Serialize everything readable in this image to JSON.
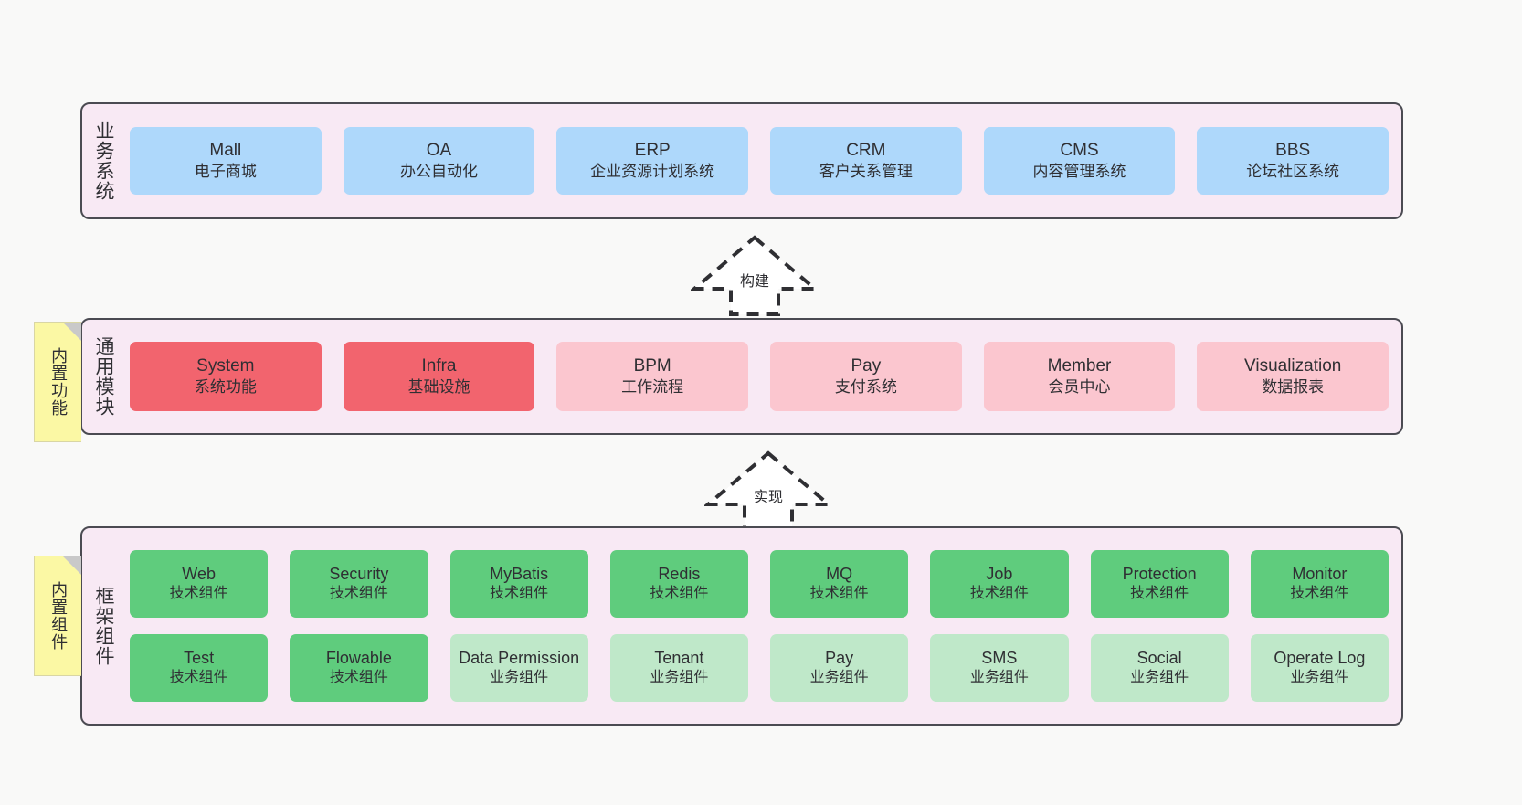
{
  "diagram": {
    "background_color": "#f9f9f8",
    "panel_fill": "#f8e9f4",
    "panel_border": "#4b4b52",
    "note_fill": "#fbf8a4"
  },
  "notes": [
    {
      "name": "builtin-function",
      "text": "内置功能"
    },
    {
      "name": "builtin-component",
      "text": "内置组件"
    }
  ],
  "arrows": [
    {
      "name": "build",
      "label": "构建",
      "style": "dashed-hollow-up"
    },
    {
      "name": "realize",
      "label": "实现",
      "style": "dashed-hollow-up"
    }
  ],
  "layers": {
    "business": {
      "label": "业务系统",
      "color": "#aed8fb",
      "cards": [
        {
          "title": "Mall",
          "subtitle": "电子商城",
          "color": "#aed8fb"
        },
        {
          "title": "OA",
          "subtitle": "办公自动化",
          "color": "#aed8fb"
        },
        {
          "title": "ERP",
          "subtitle": "企业资源计划系统",
          "color": "#aed8fb"
        },
        {
          "title": "CRM",
          "subtitle": "客户关系管理",
          "color": "#aed8fb"
        },
        {
          "title": "CMS",
          "subtitle": "内容管理系统",
          "color": "#aed8fb"
        },
        {
          "title": "BBS",
          "subtitle": "论坛社区系统",
          "color": "#aed8fb"
        }
      ]
    },
    "common": {
      "label": "通用模块",
      "cards": [
        {
          "title": "System",
          "subtitle": "系统功能",
          "color": "#f2646e"
        },
        {
          "title": "Infra",
          "subtitle": "基础设施",
          "color": "#f2646e"
        },
        {
          "title": "BPM",
          "subtitle": "工作流程",
          "color": "#fbc6cf"
        },
        {
          "title": "Pay",
          "subtitle": "支付系统",
          "color": "#fbc6cf"
        },
        {
          "title": "Member",
          "subtitle": "会员中心",
          "color": "#fbc6cf"
        },
        {
          "title": "Visualization",
          "subtitle": "数据报表",
          "color": "#fbc6cf"
        }
      ]
    },
    "framework": {
      "label": "框架组件",
      "row1": [
        {
          "title": "Web",
          "subtitle": "技术组件",
          "color": "#5fcc7d"
        },
        {
          "title": "Security",
          "subtitle": "技术组件",
          "color": "#5fcc7d"
        },
        {
          "title": "MyBatis",
          "subtitle": "技术组件",
          "color": "#5fcc7d"
        },
        {
          "title": "Redis",
          "subtitle": "技术组件",
          "color": "#5fcc7d"
        },
        {
          "title": "MQ",
          "subtitle": "技术组件",
          "color": "#5fcc7d"
        },
        {
          "title": "Job",
          "subtitle": "技术组件",
          "color": "#5fcc7d"
        },
        {
          "title": "Protection",
          "subtitle": "技术组件",
          "color": "#5fcc7d"
        },
        {
          "title": "Monitor",
          "subtitle": "技术组件",
          "color": "#5fcc7d"
        }
      ],
      "row2": [
        {
          "title": "Test",
          "subtitle": "技术组件",
          "color": "#5fcc7d"
        },
        {
          "title": "Flowable",
          "subtitle": "技术组件",
          "color": "#5fcc7d"
        },
        {
          "title": "Data Permission",
          "subtitle": "业务组件",
          "color": "#bfe8c9"
        },
        {
          "title": "Tenant",
          "subtitle": "业务组件",
          "color": "#bfe8c9"
        },
        {
          "title": "Pay",
          "subtitle": "业务组件",
          "color": "#bfe8c9"
        },
        {
          "title": "SMS",
          "subtitle": "业务组件",
          "color": "#bfe8c9"
        },
        {
          "title": "Social",
          "subtitle": "业务组件",
          "color": "#bfe8c9"
        },
        {
          "title": "Operate Log",
          "subtitle": "业务组件",
          "color": "#bfe8c9"
        }
      ]
    }
  }
}
